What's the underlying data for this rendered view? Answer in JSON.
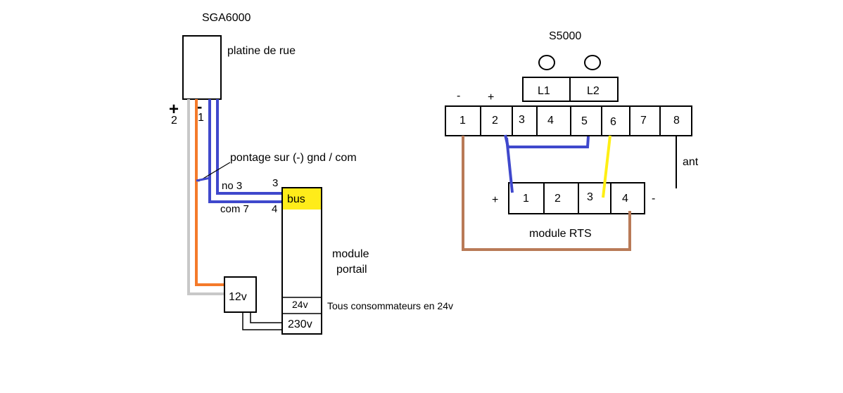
{
  "left": {
    "title": "SGA6000",
    "street_panel_label": "platine de rue",
    "terminal_plus": "+",
    "terminal_minus": "-",
    "terminal_2": "2",
    "terminal_1": "1",
    "bridge_label": "pontage sur (-) gnd / com",
    "no_label": "no 3",
    "com_label": "com 7",
    "pin_3": "3",
    "pin_4": "4",
    "bus_label": "bus",
    "module_label_line1": "module",
    "module_label_line2": "portail",
    "v24_label": "24v",
    "v230_label": "230v",
    "v12_label": "12v",
    "consumers_note": "Tous consommateurs en 24v"
  },
  "right": {
    "title": "S5000",
    "relay_labels": [
      "L1",
      "L2"
    ],
    "polarity_minus": "-",
    "polarity_plus": "+",
    "terminals": [
      "1",
      "2",
      "3",
      "4",
      "5",
      "6",
      "7",
      "8"
    ],
    "antenna_label": "ant",
    "rts_terminals": [
      "1",
      "2",
      "3",
      "4"
    ],
    "rts_plus": "+",
    "rts_minus": "-",
    "rts_label": "module  RTS"
  },
  "wire_colors": {
    "orange": "#f47a2a",
    "grey": "#c8c8c8",
    "blue": "#3f48cc",
    "yellow": "#ffef14",
    "brown": "#b97a57",
    "bus_highlight": "#ffec1a"
  }
}
